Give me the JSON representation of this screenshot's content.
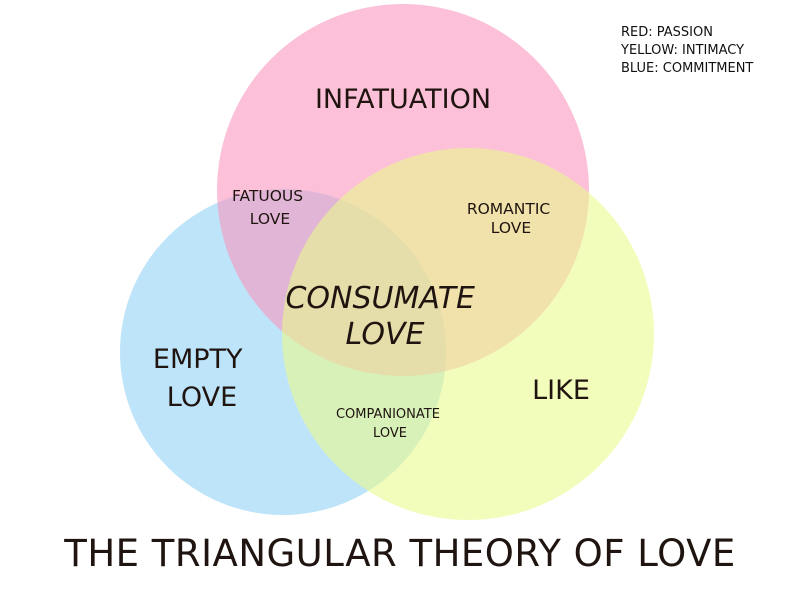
{
  "colors": {
    "passion": "#f992bc",
    "intimacy": "#e9f98a",
    "commitment": "#8fd0f7",
    "text": "#1f1410"
  },
  "legend": {
    "passion": "RED: PASSION",
    "intimacy": "YELLOW: INTIMACY",
    "commitment": "BLUE: COMMITMENT"
  },
  "regions": {
    "infatuation": "INFATUATION",
    "fatuous": [
      "FATUOUS",
      "LOVE"
    ],
    "romantic": [
      "ROMANTIC",
      "LOVE"
    ],
    "consumate": [
      "CONSUMATE",
      "LOVE"
    ],
    "empty": [
      "EMPTY",
      "LOVE"
    ],
    "like": "LIKE",
    "companionate": [
      "COMPANIONATE",
      "LOVE"
    ]
  },
  "title": "THE TRIANGULAR THEORY OF LOVE"
}
